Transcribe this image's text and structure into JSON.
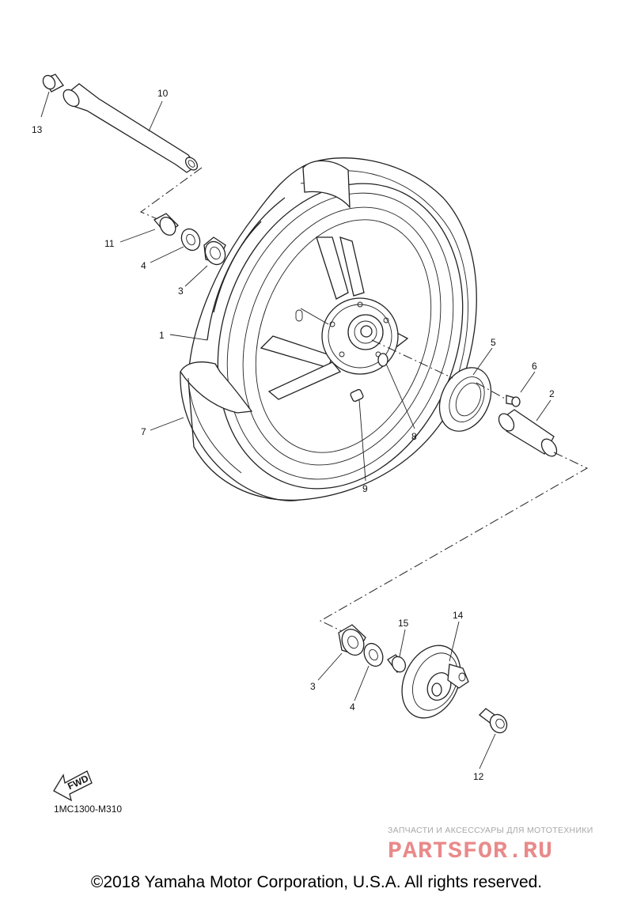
{
  "diagram": {
    "callouts": [
      {
        "id": "c13",
        "label": "13"
      },
      {
        "id": "c10",
        "label": "10"
      },
      {
        "id": "c11",
        "label": "11"
      },
      {
        "id": "c4a",
        "label": "4"
      },
      {
        "id": "c3a",
        "label": "3"
      },
      {
        "id": "c1",
        "label": "1"
      },
      {
        "id": "c7",
        "label": "7"
      },
      {
        "id": "c5",
        "label": "5"
      },
      {
        "id": "c6",
        "label": "6"
      },
      {
        "id": "c2",
        "label": "2"
      },
      {
        "id": "c8",
        "label": "8"
      },
      {
        "id": "c9",
        "label": "9"
      },
      {
        "id": "c15",
        "label": "15"
      },
      {
        "id": "c14",
        "label": "14"
      },
      {
        "id": "c3b",
        "label": "3"
      },
      {
        "id": "c4b",
        "label": "4"
      },
      {
        "id": "c12",
        "label": "12"
      }
    ],
    "fwd_label": "FWD",
    "diagram_code": "1MC1300-M310"
  },
  "watermark": {
    "tagline": "ЗАПЧАСТИ И АКСЕССУАРЫ ДЛЯ МОТОТЕХНИКИ",
    "logo": "PARTSFOR.RU"
  },
  "copyright": "©2018 Yamaha Motor Corporation, U.S.A. All rights reserved."
}
